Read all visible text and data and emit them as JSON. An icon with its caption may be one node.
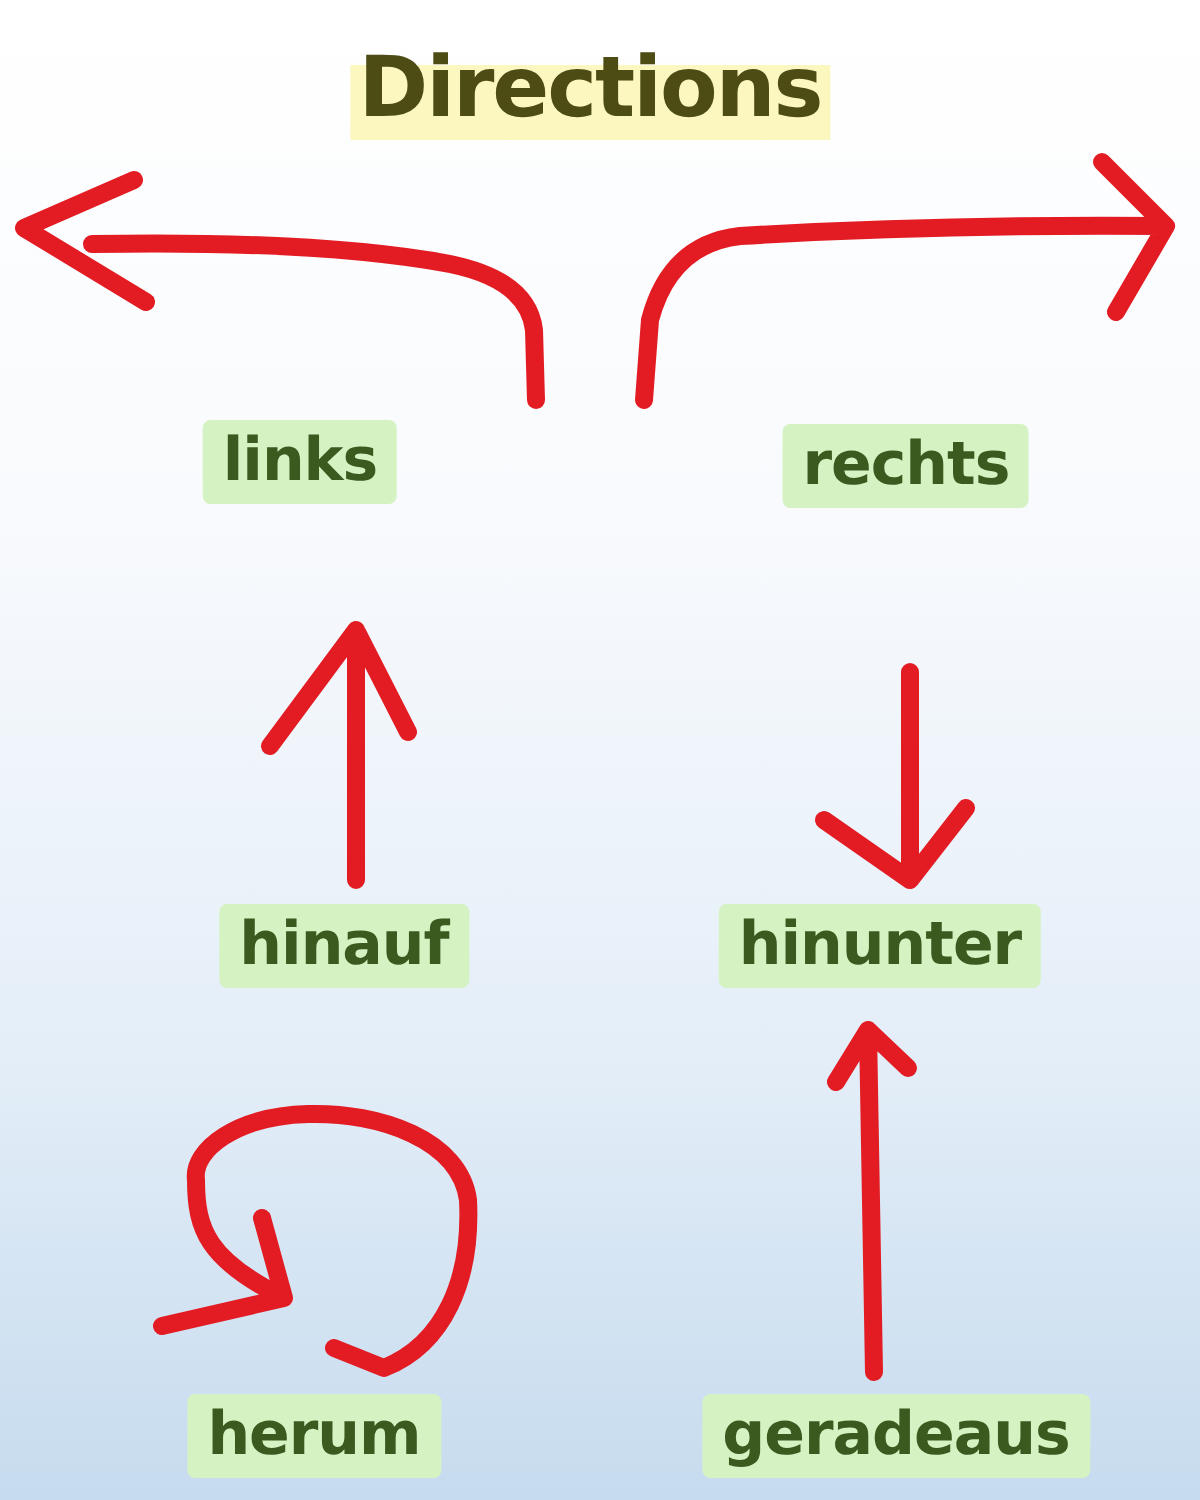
{
  "diagram": {
    "title": "Directions",
    "labels": [
      "links",
      "rechts",
      "hinauf",
      "hinunter",
      "herum",
      "geradeaus"
    ]
  }
}
